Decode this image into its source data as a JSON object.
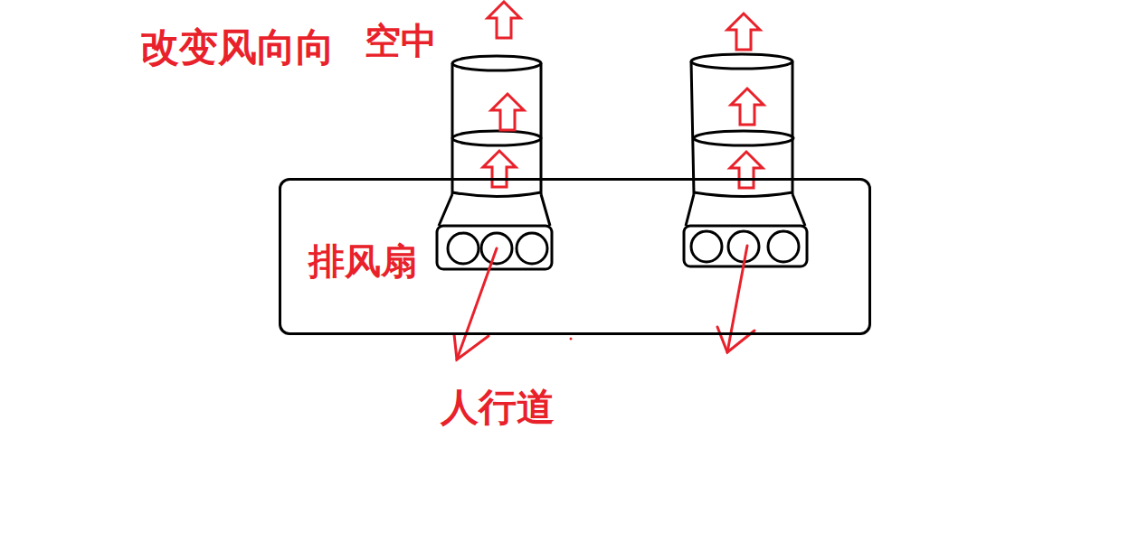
{
  "diagram": {
    "nodes": [
      {
        "text": [
          "排风扇"
        ]
      }
    ],
    "labels": [
      "改变风向向",
      "空中",
      "人行道"
    ]
  }
}
